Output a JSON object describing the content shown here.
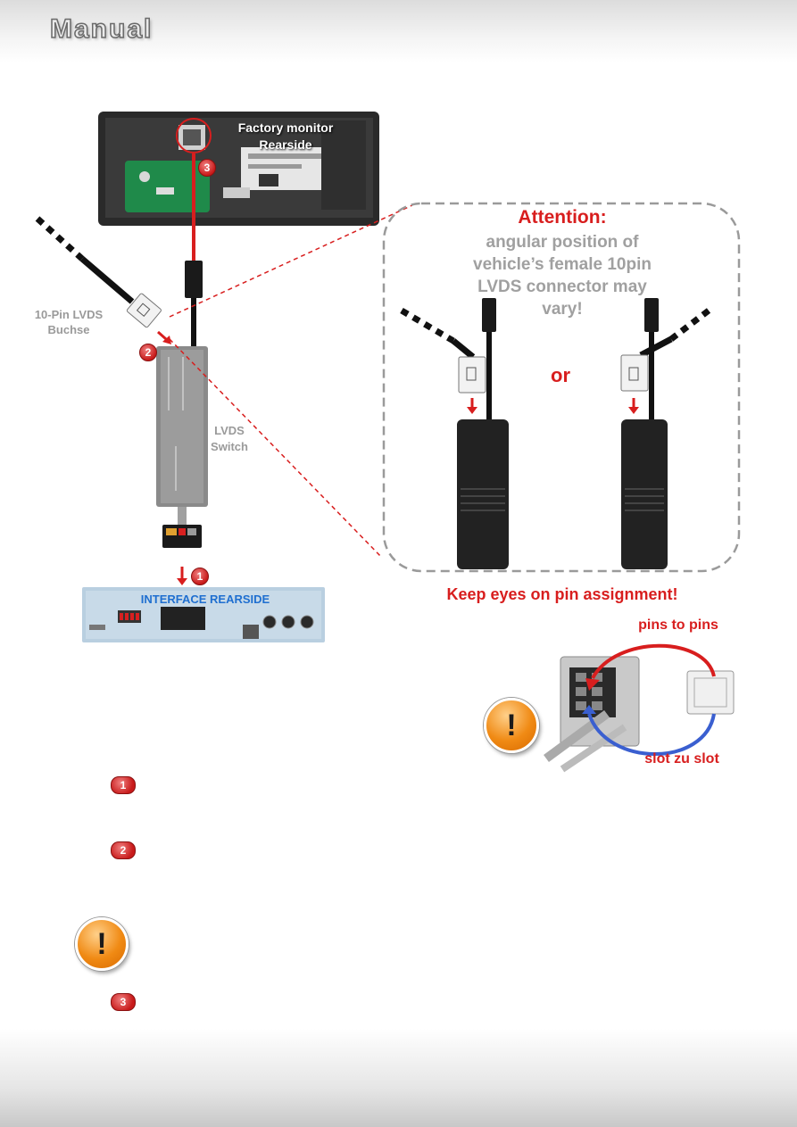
{
  "header": {
    "title": "Manual"
  },
  "diagram": {
    "factory_monitor_label_line1": "Factory monitor",
    "factory_monitor_label_line2": "Rearside",
    "lvds_buchse_line1": "10-Pin LVDS",
    "lvds_buchse_line2": "Buchse",
    "lvds_switch_line1": "LVDS",
    "lvds_switch_line2": "Switch",
    "interface_label": "INTERFACE REARSIDE",
    "step_markers": [
      "1",
      "2",
      "3"
    ]
  },
  "attention_box": {
    "title": "Attention:",
    "line1": "angular position of",
    "line2": "vehicle’s female 10pin",
    "line3": "LVDS connector may",
    "line4": "vary!",
    "or": "or"
  },
  "pin_note": {
    "keep_eyes": "Keep eyes on pin assignment!",
    "pins_to_pins": "pins to pins",
    "slot_zu_slot": "slot zu slot",
    "warning_symbol": "!"
  },
  "steps": [
    {
      "number": "1"
    },
    {
      "number": "2"
    },
    {
      "symbol": "!"
    },
    {
      "number": "3"
    }
  ],
  "colors": {
    "accent_red": "#d81e1e",
    "text_grey": "#9a9a9a",
    "interface_blue": "#1f6fd0",
    "warn_orange": "#f08a14"
  }
}
